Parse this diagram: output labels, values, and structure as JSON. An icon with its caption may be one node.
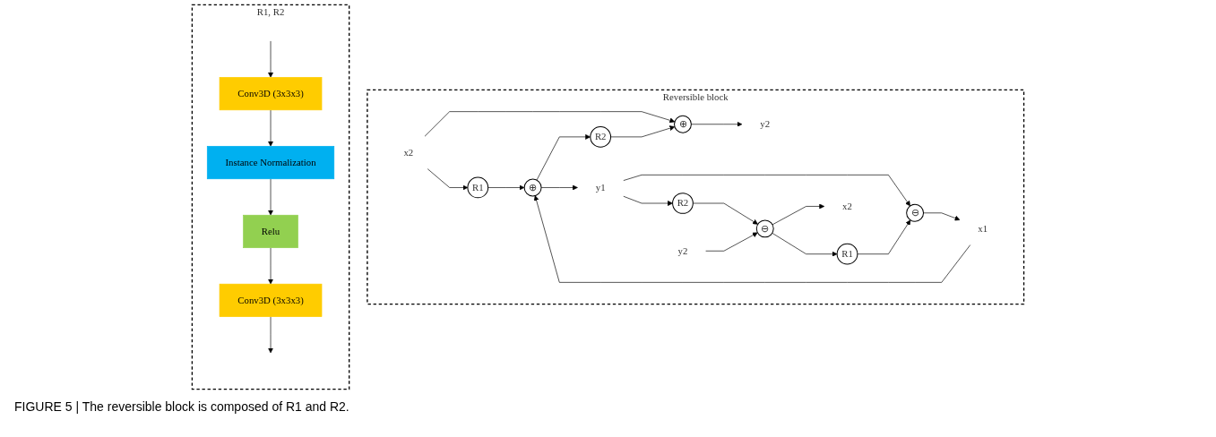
{
  "diagram": {
    "caption": "FIGURE 5 | The reversible block is composed of R1 and R2.",
    "nodes": [
      {
        "text": [
          "Reversible block"
        ]
      },
      {
        "text": [
          "x2"
        ],
        "in": 0
      },
      {
        "text": [
          "⊕"
        ],
        "in": 0
      },
      {
        "text": [
          "y2"
        ],
        "in": 0
      },
      {
        "text": [
          "R1"
        ],
        "in": 0
      },
      {
        "text": [
          "R2"
        ],
        "in": 0
      },
      {
        "text": [
          "⊕"
        ],
        "in": 0
      },
      {
        "text": [
          "x1"
        ],
        "in": 0
      },
      {
        "text": [
          "⊖"
        ],
        "in": 0
      },
      {
        "text": [
          "y1"
        ],
        "in": 0
      },
      {
        "text": [
          "R1"
        ],
        "in": 0
      },
      {
        "text": [
          "R2"
        ],
        "in": 0
      },
      {
        "text": [
          "x2"
        ],
        "in": 0
      },
      {
        "text": [
          "⊖"
        ],
        "in": 0
      },
      {
        "text": [
          "y2"
        ],
        "in": 0
      },
      {
        "text": [
          "R1, R2"
        ]
      },
      {
        "text": [
          "Conv3D (3x3x3)"
        ],
        "in": 15
      },
      {
        "text": [
          "Instance Normalization"
        ],
        "in": 15
      },
      {
        "text": [
          "Relu"
        ],
        "in": 15
      },
      {
        "text": [
          "Conv3D (3x3x3)"
        ],
        "in": 15
      }
    ],
    "edges": [
      {
        "from": 1,
        "to": 2,
        "arrow": "to"
      },
      {
        "from": 1,
        "to": 4,
        "arrow": "to"
      },
      {
        "from": 4,
        "to": 6,
        "arrow": "to"
      },
      {
        "from": 5,
        "to": 2,
        "arrow": "to"
      },
      {
        "from": 2,
        "to": 3,
        "arrow": "to"
      },
      {
        "from": 7,
        "to": 6,
        "arrow": "to"
      },
      {
        "from": 6,
        "to": 5,
        "arrow": "to"
      },
      {
        "from": 6,
        "to": 9,
        "arrow": "to"
      },
      {
        "from": 9,
        "to": 8,
        "arrow": "to"
      },
      {
        "from": 9,
        "to": 11,
        "arrow": "to"
      },
      {
        "from": 8,
        "to": 7,
        "arrow": "to"
      },
      {
        "from": 10,
        "to": 8,
        "arrow": "to"
      },
      {
        "from": 11,
        "to": 13,
        "arrow": "to"
      },
      {
        "from": 14,
        "to": 13,
        "arrow": "to"
      },
      {
        "from": 13,
        "to": 12,
        "arrow": "to"
      },
      {
        "from": 13,
        "to": 10,
        "arrow": "to"
      },
      {
        "from": null,
        "to": 16,
        "arrow": "to"
      },
      {
        "from": 16,
        "to": 17,
        "arrow": "to"
      },
      {
        "from": 17,
        "to": 18,
        "arrow": "to"
      },
      {
        "from": 18,
        "to": 19,
        "arrow": "to"
      },
      {
        "from": 19,
        "to": null,
        "arrow": "to"
      }
    ]
  }
}
